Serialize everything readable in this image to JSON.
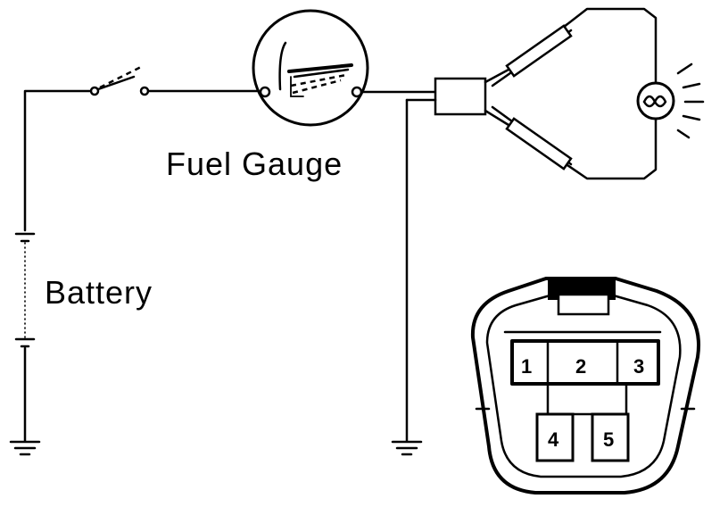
{
  "labels": {
    "fuel_gauge": "Fuel Gauge",
    "battery": "Battery"
  },
  "connector": {
    "pins": [
      "1",
      "2",
      "3",
      "4",
      "5"
    ]
  },
  "colors": {
    "ink": "#000000",
    "background": "#ffffff"
  }
}
